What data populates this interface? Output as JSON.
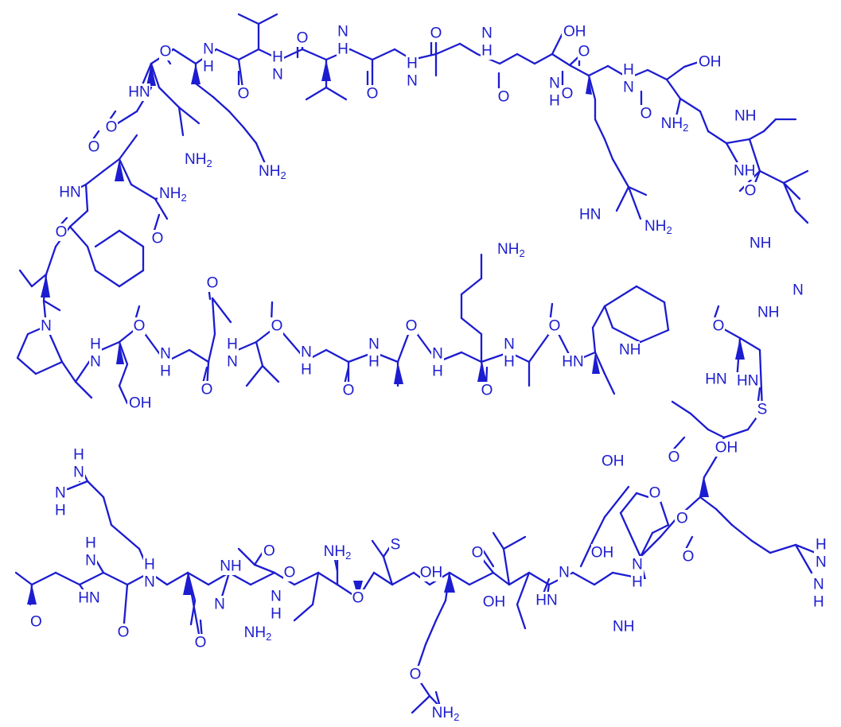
{
  "colors": {
    "structure": "#1c1cd0",
    "background": "#ffffff"
  },
  "labels": [
    "OH",
    "O",
    "O",
    "O",
    "O",
    "OH",
    "N\nH",
    "N\nH",
    "N\nH",
    "H\nN",
    "H\nN",
    "H\nN",
    "O",
    "O",
    "O",
    "O",
    "O",
    "NH2",
    "NH2",
    "N\nH",
    "HN",
    "NH2",
    "NH",
    "O",
    "NH",
    "O",
    "HN",
    "NH2",
    "HN",
    "O",
    "NH2",
    "O",
    "O",
    "O",
    "O",
    "NH",
    "H\nN",
    "N\nH",
    "H\nN",
    "N\nH",
    "N",
    "N\nH",
    "N\nH",
    "NH2",
    "NH",
    "HN",
    "N",
    "OH",
    "O",
    "O",
    "O",
    "O",
    "O",
    "O",
    "O",
    "NH",
    "N\nH",
    "HN",
    "O",
    "HN",
    "S",
    "O",
    "OH",
    "OH",
    "O",
    "O",
    "O",
    "H\nN",
    "N\nH",
    "H\nN",
    "N\nH",
    "H\nN",
    "H\nN",
    "HN",
    "NH",
    "N",
    "O",
    "NH2",
    "N\nH",
    "O",
    "O",
    "OH",
    "OH",
    "N",
    "N\nH",
    "O",
    "O",
    "O",
    "NH2",
    "S",
    "O",
    "HN",
    "OH",
    "NH",
    "O",
    "NH2"
  ]
}
